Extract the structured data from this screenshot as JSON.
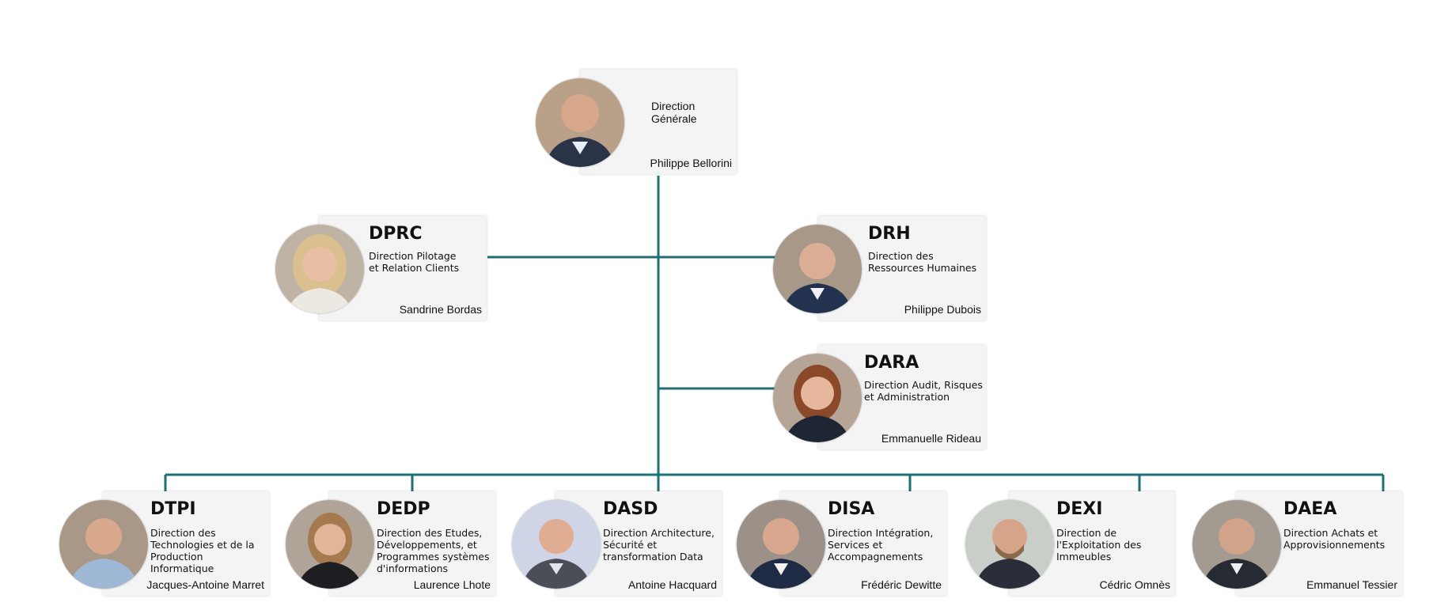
{
  "colors": {
    "connector": "#1f6f73",
    "card": "#f4f4f4"
  },
  "root": {
    "title": "Direction\nGénérale",
    "person": "Philippe Bellorini",
    "photo": "portrait-photo"
  },
  "side": [
    {
      "code": "DPRC",
      "title": "Direction Pilotage\net Relation Clients",
      "person": "Sandrine Bordas",
      "photo": "portrait-photo"
    },
    {
      "code": "DRH",
      "title": "Direction des\nRessources Humaines",
      "person": "Philippe Dubois",
      "photo": "portrait-photo"
    },
    {
      "code": "DARA",
      "title": "Direction Audit, Risques\net Administration",
      "person": "Emmanuelle Rideau",
      "photo": "portrait-photo"
    }
  ],
  "bottom": [
    {
      "code": "DTPI",
      "title": "Direction des\nTechnologies et de la\nProduction Informatique",
      "person": "Jacques-Antoine Marret",
      "photo": "portrait-photo"
    },
    {
      "code": "DEDP",
      "title": "Direction des Etudes,\nDéveloppements, et\nProgrammes systèmes\nd'informations",
      "person": "Laurence Lhote",
      "photo": "portrait-photo"
    },
    {
      "code": "DASD",
      "title": "Direction Architecture,\nSécurité et\ntransformation Data",
      "person": "Antoine Hacquard",
      "photo": "portrait-photo"
    },
    {
      "code": "DISA",
      "title": "Direction Intégration,\nServices et\nAccompagnements",
      "person": "Frédéric Dewitte",
      "photo": "portrait-photo"
    },
    {
      "code": "DEXI",
      "title": "Direction de\nl'Exploitation des\nImmeubles",
      "person": "Cédric Omnès",
      "photo": "portrait-photo"
    },
    {
      "code": "DAEA",
      "title": "Direction Achats et\nApprovisionnements",
      "person": "Emmanuel Tessier",
      "photo": "portrait-photo"
    }
  ]
}
